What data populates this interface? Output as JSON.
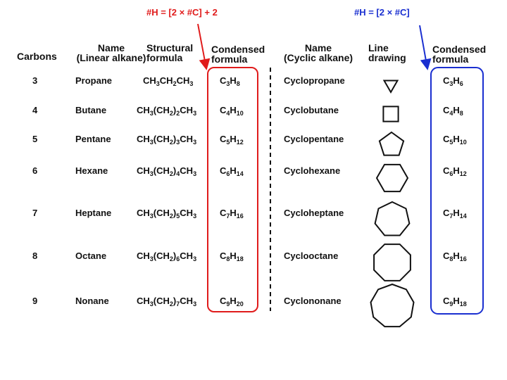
{
  "annotations": {
    "linear_rule": "#H = [2 × #C] + 2",
    "cyclic_rule": "#H = [2 × #C]",
    "linear_color": "#e01b1b",
    "cyclic_color": "#1a2fd0"
  },
  "headers": {
    "carbons": "Carbons",
    "name_linear": [
      "Name",
      "(Linear alkane)"
    ],
    "structural": [
      "Structural",
      "formula"
    ],
    "condensed_linear": [
      "Condensed",
      "formula"
    ],
    "name_cyclic": [
      "Name",
      "(Cyclic alkane)"
    ],
    "line_drawing": [
      "Line",
      "drawing"
    ],
    "condensed_cyclic": [
      "Condensed",
      "formula"
    ]
  },
  "rows": [
    {
      "carbons": "3",
      "linear_name": "Propane",
      "structural": [
        [
          "CH",
          ""
        ],
        [
          "3",
          "sub"
        ],
        [
          "CH",
          ""
        ],
        [
          "2",
          "sub"
        ],
        [
          "CH",
          ""
        ],
        [
          "3",
          "sub"
        ]
      ],
      "linear_formula": [
        [
          "C",
          ""
        ],
        [
          "3",
          "sub"
        ],
        [
          "H",
          ""
        ],
        [
          "8",
          "sub"
        ]
      ],
      "cyclic_name": "Cyclopropane",
      "polygon_sides": 3,
      "cyclic_formula": [
        [
          "C",
          ""
        ],
        [
          "3",
          "sub"
        ],
        [
          "H",
          ""
        ],
        [
          "6",
          "sub"
        ]
      ]
    },
    {
      "carbons": "4",
      "linear_name": "Butane",
      "structural": [
        [
          "CH",
          ""
        ],
        [
          "3",
          "sub"
        ],
        [
          "(CH",
          ""
        ],
        [
          "2",
          "sub"
        ],
        [
          ")",
          ""
        ],
        [
          "2",
          "sub"
        ],
        [
          "CH",
          ""
        ],
        [
          "3",
          "sub"
        ]
      ],
      "linear_formula": [
        [
          "C",
          ""
        ],
        [
          "4",
          "sub"
        ],
        [
          "H",
          ""
        ],
        [
          "10",
          "sub"
        ]
      ],
      "cyclic_name": "Cyclobutane",
      "polygon_sides": 4,
      "cyclic_formula": [
        [
          "C",
          ""
        ],
        [
          "4",
          "sub"
        ],
        [
          "H",
          ""
        ],
        [
          "8",
          "sub"
        ]
      ]
    },
    {
      "carbons": "5",
      "linear_name": "Pentane",
      "structural": [
        [
          "CH",
          ""
        ],
        [
          "3",
          "sub"
        ],
        [
          "(CH",
          ""
        ],
        [
          "2",
          "sub"
        ],
        [
          ")",
          ""
        ],
        [
          "3",
          "sub"
        ],
        [
          "CH",
          ""
        ],
        [
          "3",
          "sub"
        ]
      ],
      "linear_formula": [
        [
          "C",
          ""
        ],
        [
          "5",
          "sub"
        ],
        [
          "H",
          ""
        ],
        [
          "12",
          "sub"
        ]
      ],
      "cyclic_name": "Cyclopentane",
      "polygon_sides": 5,
      "cyclic_formula": [
        [
          "C",
          ""
        ],
        [
          "5",
          "sub"
        ],
        [
          "H",
          ""
        ],
        [
          "10",
          "sub"
        ]
      ]
    },
    {
      "carbons": "6",
      "linear_name": "Hexane",
      "structural": [
        [
          "CH",
          ""
        ],
        [
          "3",
          "sub"
        ],
        [
          "(CH",
          ""
        ],
        [
          "2",
          "sub"
        ],
        [
          ")",
          ""
        ],
        [
          "4",
          "sub"
        ],
        [
          "CH",
          ""
        ],
        [
          "3",
          "sub"
        ]
      ],
      "linear_formula": [
        [
          "C",
          ""
        ],
        [
          "6",
          "sub"
        ],
        [
          "H",
          ""
        ],
        [
          "14",
          "sub"
        ]
      ],
      "cyclic_name": "Cyclohexane",
      "polygon_sides": 6,
      "cyclic_formula": [
        [
          "C",
          ""
        ],
        [
          "6",
          "sub"
        ],
        [
          "H",
          ""
        ],
        [
          "12",
          "sub"
        ]
      ]
    },
    {
      "carbons": "7",
      "linear_name": "Heptane",
      "structural": [
        [
          "CH",
          ""
        ],
        [
          "3",
          "sub"
        ],
        [
          "(CH",
          ""
        ],
        [
          "2",
          "sub"
        ],
        [
          ")",
          ""
        ],
        [
          "5",
          "sub"
        ],
        [
          "CH",
          ""
        ],
        [
          "3",
          "sub"
        ]
      ],
      "linear_formula": [
        [
          "C",
          ""
        ],
        [
          "7",
          "sub"
        ],
        [
          "H",
          ""
        ],
        [
          "16",
          "sub"
        ]
      ],
      "cyclic_name": "Cycloheptane",
      "polygon_sides": 7,
      "cyclic_formula": [
        [
          "C",
          ""
        ],
        [
          "7",
          "sub"
        ],
        [
          "H",
          ""
        ],
        [
          "14",
          "sub"
        ]
      ]
    },
    {
      "carbons": "8",
      "linear_name": "Octane",
      "structural": [
        [
          "CH",
          ""
        ],
        [
          "3",
          "sub"
        ],
        [
          "(CH",
          ""
        ],
        [
          "2",
          "sub"
        ],
        [
          ")",
          ""
        ],
        [
          "6",
          "sub"
        ],
        [
          "CH",
          ""
        ],
        [
          "3",
          "sub"
        ]
      ],
      "linear_formula": [
        [
          "C",
          ""
        ],
        [
          "8",
          "sub"
        ],
        [
          "H",
          ""
        ],
        [
          "18",
          "sub"
        ]
      ],
      "cyclic_name": "Cyclooctane",
      "polygon_sides": 8,
      "cyclic_formula": [
        [
          "C",
          ""
        ],
        [
          "8",
          "sub"
        ],
        [
          "H",
          ""
        ],
        [
          "16",
          "sub"
        ]
      ]
    },
    {
      "carbons": "9",
      "linear_name": "Nonane",
      "structural": [
        [
          "CH",
          ""
        ],
        [
          "3",
          "sub"
        ],
        [
          "(CH",
          ""
        ],
        [
          "2",
          "sub"
        ],
        [
          ")",
          ""
        ],
        [
          "7",
          "sub"
        ],
        [
          "CH",
          ""
        ],
        [
          "3",
          "sub"
        ]
      ],
      "linear_formula": [
        [
          "C",
          ""
        ],
        [
          "9",
          "sub"
        ],
        [
          "H",
          ""
        ],
        [
          "20",
          "sub"
        ]
      ],
      "cyclic_name": "Cyclononane",
      "polygon_sides": 9,
      "cyclic_formula": [
        [
          "C",
          ""
        ],
        [
          "9",
          "sub"
        ],
        [
          "H",
          ""
        ],
        [
          "18",
          "sub"
        ]
      ]
    }
  ]
}
